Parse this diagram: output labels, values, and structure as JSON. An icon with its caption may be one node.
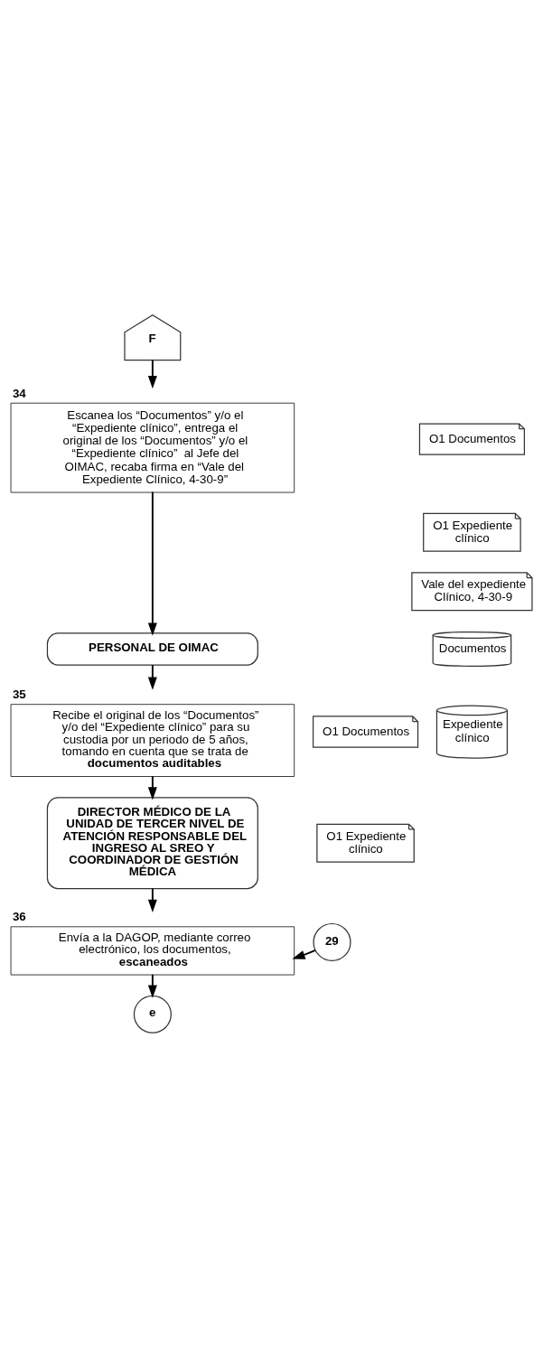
{
  "diagram": {
    "nodes": [
      {
        "text": [
          "F"
        ]
      },
      {
        "text": [
          "Escanea los “Documentos” y/o el “Expediente clínico”, entrega el original de los “Documentos” y/o el “Expediente clínico”  al Jefe del OIMAC, recaba firma en “Vale del Expediente Clínico, 4-30-9”"
        ],
        "beside": [
          "34"
        ]
      },
      {
        "text": [
          "O1 Documentos"
        ]
      },
      {
        "text": [
          "O1 Expediente clínico"
        ]
      },
      {
        "text": [
          "Vale del expediente Clínico, 4-30-9"
        ]
      },
      {
        "text": [
          "Documentos"
        ]
      },
      {
        "text": [
          "Expediente clínico"
        ]
      },
      {
        "text": [
          "PERSONAL DE OIMAC"
        ]
      },
      {
        "text": [
          "Recibe el original de los “Documentos” y/o del “Expediente clínico” para su custodia por un periodo de 5 años, tomando en cuenta que se trata de **documentos auditables**"
        ],
        "beside": [
          "35"
        ]
      },
      {
        "text": [
          "O1 Documentos"
        ]
      },
      {
        "text": [
          "O1 Expediente clínico"
        ]
      },
      {
        "text": [
          "DIRECTOR MÉDICO DE LA UNIDAD DE TERCER NIVEL DE ATENCIÓN RESPONSABLE DEL INGRESO AL SREO Y COORDINADOR DE GESTIÓN MÉDICA"
        ]
      },
      {
        "text": [
          "Envía a la DAGOP, mediante correo electrónico, los documentos, **escaneados**"
        ],
        "beside": [
          "36"
        ]
      },
      {
        "text": [
          "29"
        ]
      },
      {
        "text": [
          "e"
        ]
      }
    ],
    "edges": [
      {
        "from": 0,
        "to": 1,
        "arrow": "to"
      },
      {
        "from": 1,
        "to": 7,
        "arrow": "to"
      },
      {
        "from": 7,
        "to": 8,
        "arrow": "to"
      },
      {
        "from": 8,
        "to": 11,
        "arrow": "to"
      },
      {
        "from": 11,
        "to": 12,
        "arrow": "to"
      },
      {
        "from": 13,
        "to": 12,
        "arrow": "to"
      },
      {
        "from": 12,
        "to": 14,
        "arrow": "to"
      }
    ]
  }
}
